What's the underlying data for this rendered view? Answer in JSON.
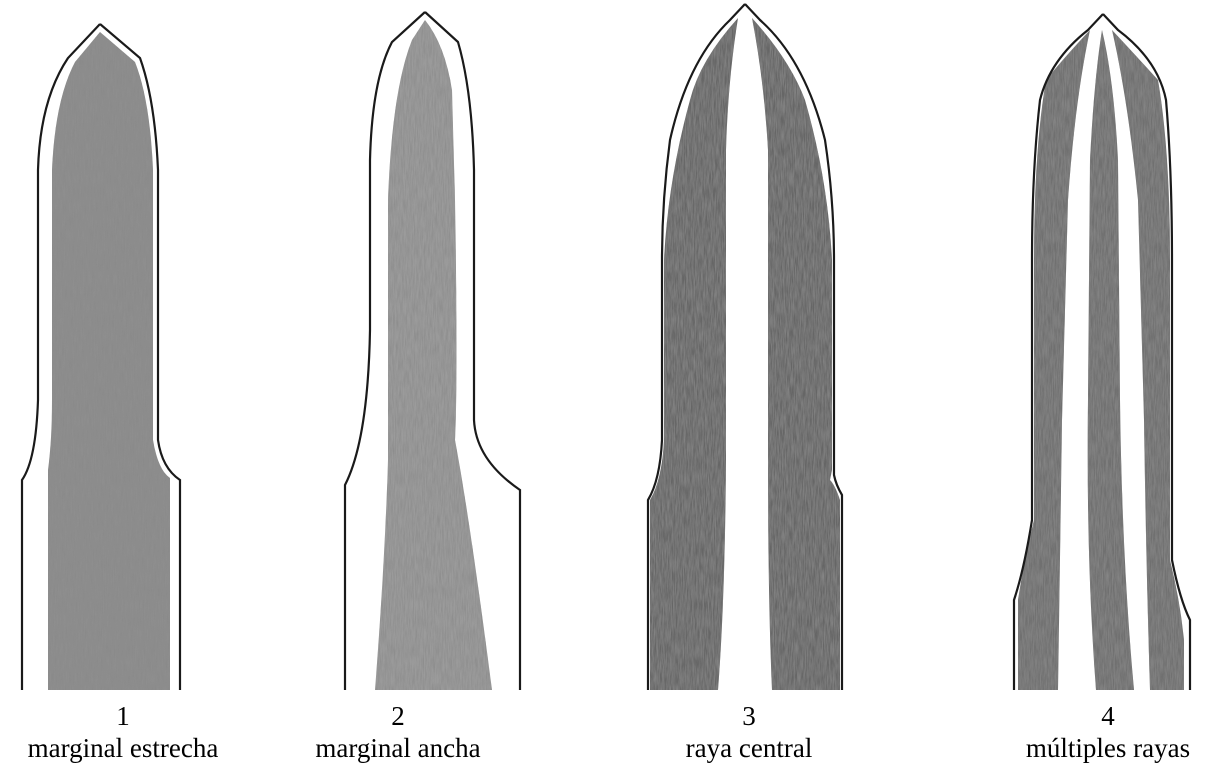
{
  "figure": {
    "background": "#ffffff",
    "outline_color": "#1a1a1a",
    "shading_color": "#555555",
    "panels": [
      {
        "number": "1",
        "label": "marginal estrecha",
        "pattern": "narrow-margin"
      },
      {
        "number": "2",
        "label": "marginal ancha",
        "pattern": "wide-margin"
      },
      {
        "number": "3",
        "label": "raya central",
        "pattern": "central-stripe"
      },
      {
        "number": "4",
        "label": "múltiples rayas",
        "pattern": "multiple-stripes"
      }
    ]
  }
}
